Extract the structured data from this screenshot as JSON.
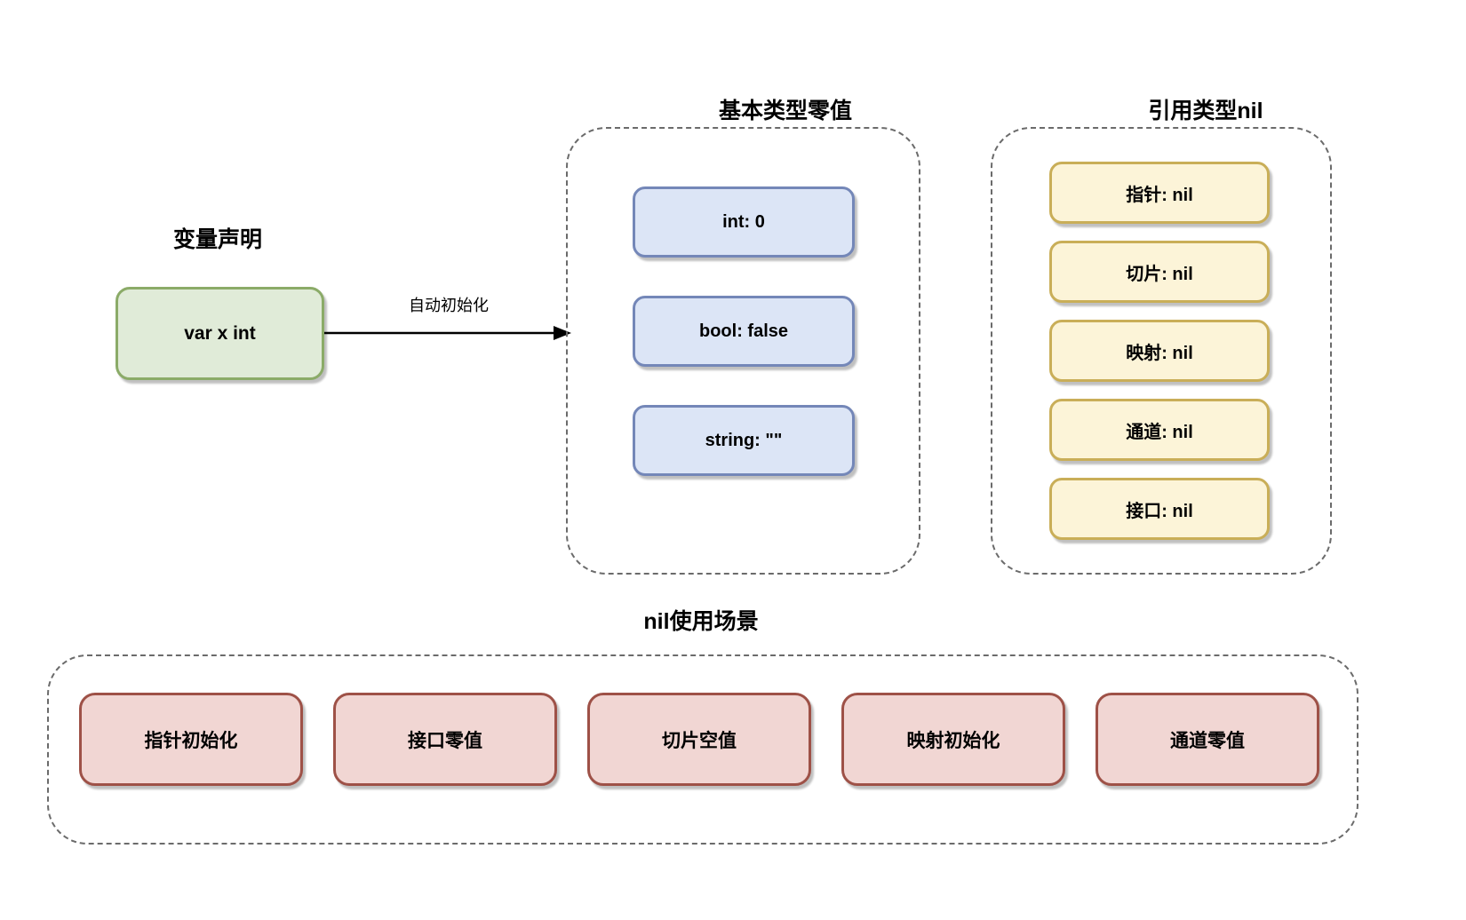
{
  "declaration": {
    "title": "变量声明",
    "box_label": "var x int"
  },
  "arrow": {
    "label": "自动初始化"
  },
  "basic_group": {
    "title": "基本类型零值",
    "items": [
      "int: 0",
      "bool: false",
      "string: \"\""
    ]
  },
  "reference_group": {
    "title": "引用类型nil",
    "items": [
      "指针: nil",
      "切片: nil",
      "映射: nil",
      "通道: nil",
      "接口: nil"
    ]
  },
  "scenario_group": {
    "title": "nil使用场景",
    "items": [
      "指针初始化",
      "接口零值",
      "切片空值",
      "映射初始化",
      "通道零值"
    ]
  },
  "colors": {
    "green_fill": "#e0ebd8",
    "green_stroke": "#8bab68",
    "blue_fill": "#dce5f6",
    "blue_stroke": "#7487b8",
    "yellow_fill": "#fcf4d8",
    "yellow_stroke": "#c9ae58",
    "red_fill": "#f1d6d3",
    "red_stroke": "#9e5147",
    "dashed_border": "#6b6b6b",
    "arrow": "#000000"
  }
}
